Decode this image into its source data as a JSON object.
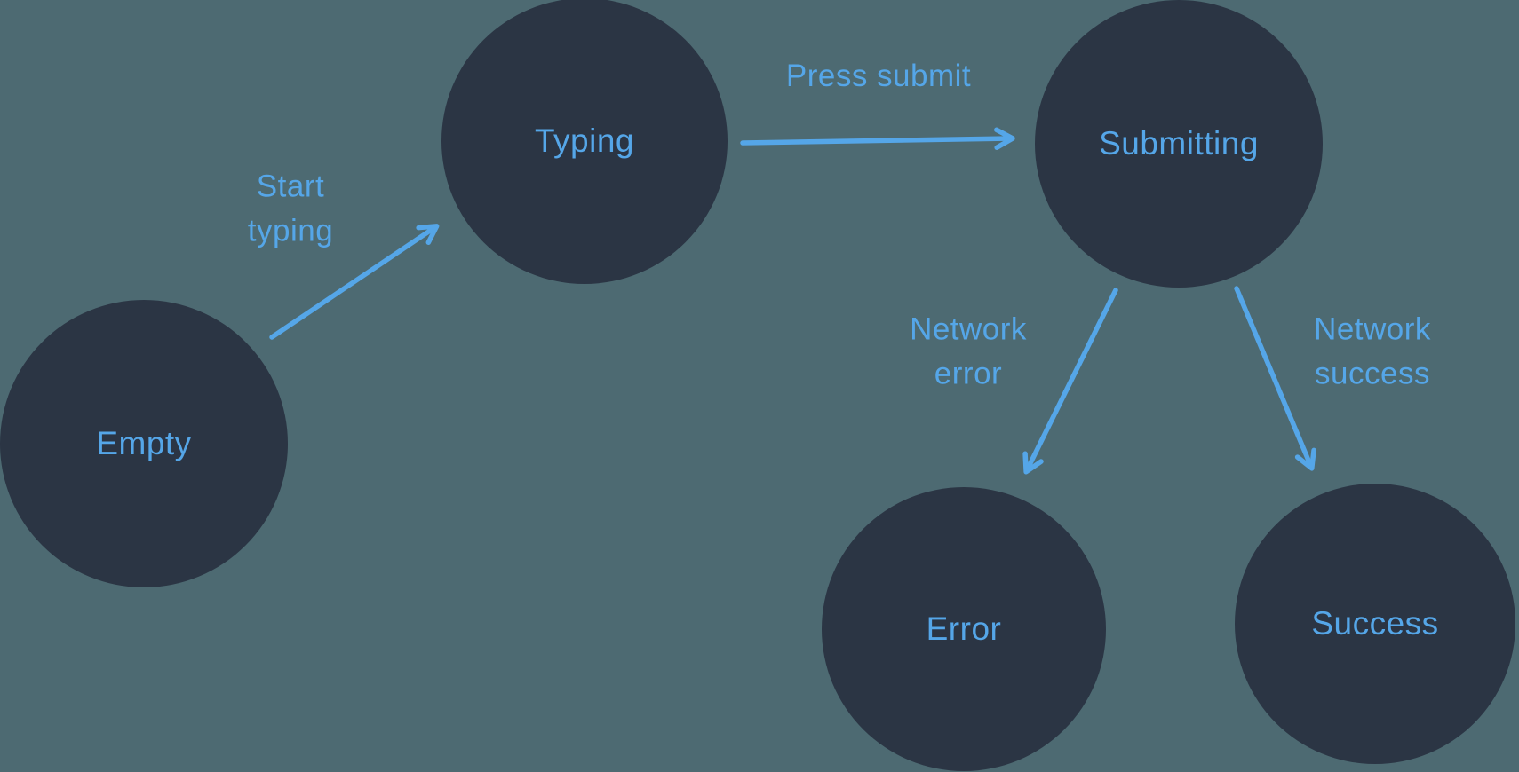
{
  "diagram": {
    "type": "state-machine",
    "colors": {
      "background": "#4d6a72",
      "node_fill": "#2b3544",
      "accent_blue": "#55a6e8"
    },
    "nodes": [
      {
        "id": "empty",
        "label": "Empty"
      },
      {
        "id": "typing",
        "label": "Typing"
      },
      {
        "id": "submitting",
        "label": "Submitting"
      },
      {
        "id": "error",
        "label": "Error"
      },
      {
        "id": "success",
        "label": "Success"
      }
    ],
    "edges": [
      {
        "from": "empty",
        "to": "typing",
        "label_lines": [
          "Start",
          "typing"
        ]
      },
      {
        "from": "typing",
        "to": "submitting",
        "label_lines": [
          "Press submit"
        ]
      },
      {
        "from": "submitting",
        "to": "error",
        "label_lines": [
          "Network",
          "error"
        ]
      },
      {
        "from": "submitting",
        "to": "success",
        "label_lines": [
          "Network",
          "success"
        ]
      }
    ]
  }
}
